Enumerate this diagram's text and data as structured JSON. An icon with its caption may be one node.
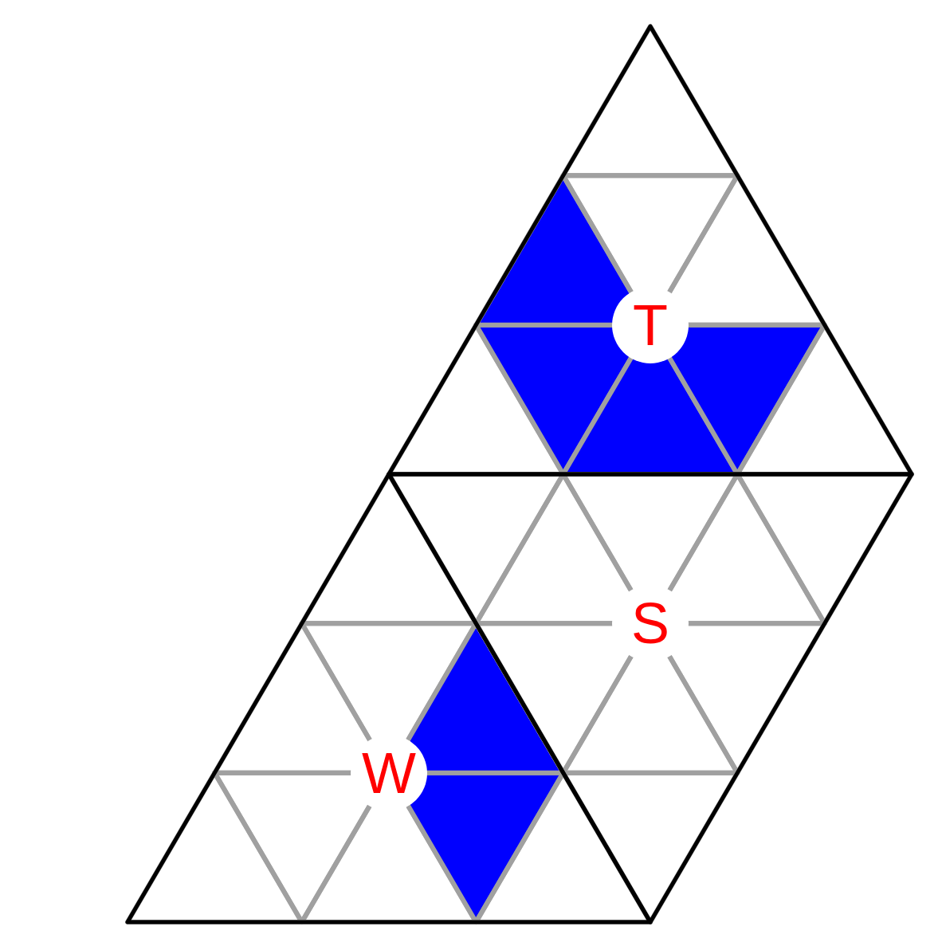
{
  "diagram": {
    "labels": [
      "T",
      "S",
      "W"
    ]
  }
}
